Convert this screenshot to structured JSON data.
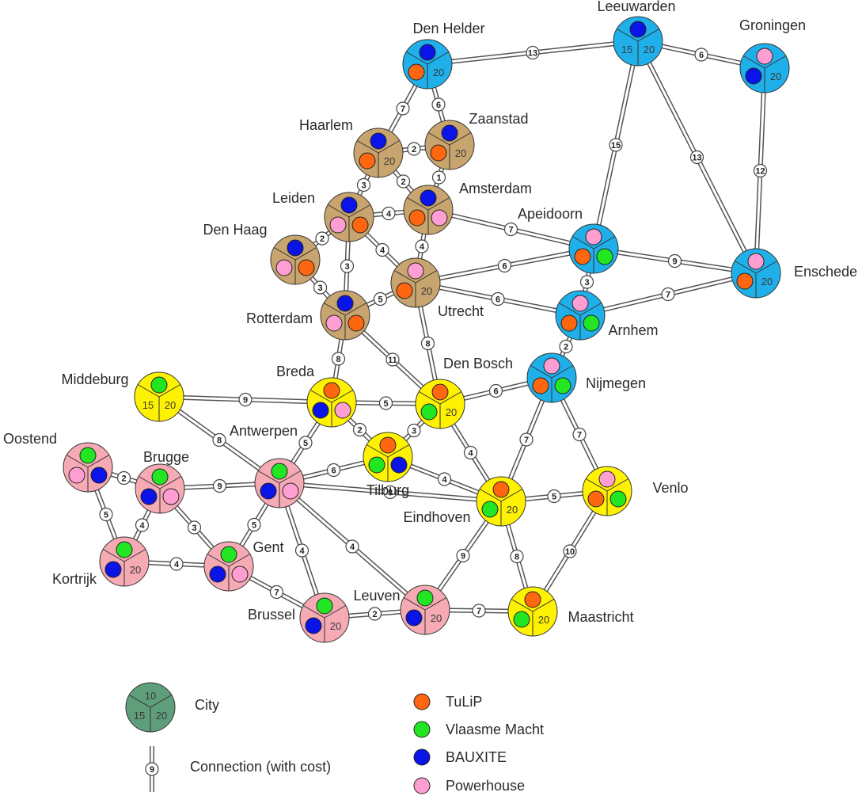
{
  "colors": {
    "region_tan": "#c8a46e",
    "region_blue": "#1fb0ea",
    "region_yellow": "#fff200",
    "region_pink": "#f5aab4",
    "region_green": "#5f9e7a",
    "TuLiP": "#ff6610",
    "Vlaasme Macht": "#22e622",
    "BAUXITE": "#0a14e6",
    "Powerhouse": "#ff9ed2"
  },
  "cities": [
    {
      "id": "denhelder",
      "name": "Den Helder",
      "region": "blue",
      "slots": [
        "BAUXITE",
        "TuLiP",
        "20"
      ]
    },
    {
      "id": "leeuwarden",
      "name": "Leeuwarden",
      "region": "blue",
      "slots": [
        "BAUXITE",
        "15",
        "20"
      ]
    },
    {
      "id": "groningen",
      "name": "Groningen",
      "region": "blue",
      "slots": [
        "Powerhouse",
        "BAUXITE",
        "20"
      ]
    },
    {
      "id": "haarlem",
      "name": "Haarlem",
      "region": "tan",
      "slots": [
        "BAUXITE",
        "TuLiP",
        "20"
      ]
    },
    {
      "id": "zaanstad",
      "name": "Zaanstad",
      "region": "tan",
      "slots": [
        "BAUXITE",
        "TuLiP",
        "20"
      ]
    },
    {
      "id": "leiden",
      "name": "Leiden",
      "region": "tan",
      "slots": [
        "BAUXITE",
        "Powerhouse",
        "TuLiP"
      ]
    },
    {
      "id": "amsterdam",
      "name": "Amsterdam",
      "region": "tan",
      "slots": [
        "BAUXITE",
        "TuLiP",
        "Powerhouse"
      ]
    },
    {
      "id": "denhaag",
      "name": "Den Haag",
      "region": "tan",
      "slots": [
        "BAUXITE",
        "Powerhouse",
        "TuLiP"
      ]
    },
    {
      "id": "utrecht",
      "name": "Utrecht",
      "region": "tan",
      "slots": [
        "Powerhouse",
        "TuLiP",
        "20"
      ]
    },
    {
      "id": "rotterdam",
      "name": "Rotterdam",
      "region": "tan",
      "slots": [
        "BAUXITE",
        "Powerhouse",
        "TuLiP"
      ]
    },
    {
      "id": "apeldoorn",
      "name": "Apeidoorn",
      "region": "blue",
      "slots": [
        "Powerhouse",
        "TuLiP",
        "Vlaasme Macht"
      ]
    },
    {
      "id": "enschede",
      "name": "Enschede",
      "region": "blue",
      "slots": [
        "Powerhouse",
        "TuLiP",
        "20"
      ]
    },
    {
      "id": "arnhem",
      "name": "Arnhem",
      "region": "blue",
      "slots": [
        "Powerhouse",
        "TuLiP",
        "Vlaasme Macht"
      ]
    },
    {
      "id": "nijmegen",
      "name": "Nijmegen",
      "region": "blue",
      "slots": [
        "Powerhouse",
        "TuLiP",
        "Vlaasme Macht"
      ]
    },
    {
      "id": "middeburg",
      "name": "Middeburg",
      "region": "yellow",
      "slots": [
        "Vlaasme Macht",
        "15",
        "20"
      ]
    },
    {
      "id": "breda",
      "name": "Breda",
      "region": "yellow",
      "slots": [
        "TuLiP",
        "BAUXITE",
        "Powerhouse"
      ]
    },
    {
      "id": "denbosch",
      "name": "Den Bosch",
      "region": "yellow",
      "slots": [
        "TuLiP",
        "Vlaasme Macht",
        "20"
      ]
    },
    {
      "id": "tilburg",
      "name": "Tilburg",
      "region": "yellow",
      "slots": [
        "TuLiP",
        "Vlaasme Macht",
        "BAUXITE"
      ]
    },
    {
      "id": "eindhoven",
      "name": "Eindhoven",
      "region": "yellow",
      "slots": [
        "TuLiP",
        "Vlaasme Macht",
        "20"
      ]
    },
    {
      "id": "venlo",
      "name": "Venlo",
      "region": "yellow",
      "slots": [
        "Powerhouse",
        "TuLiP",
        "Vlaasme Macht"
      ]
    },
    {
      "id": "maastricht",
      "name": "Maastricht",
      "region": "yellow",
      "slots": [
        "TuLiP",
        "Vlaasme Macht",
        "20"
      ]
    },
    {
      "id": "oostend",
      "name": "Oostend",
      "region": "pink",
      "slots": [
        "Vlaasme Macht",
        "Powerhouse",
        "BAUXITE"
      ]
    },
    {
      "id": "brugge",
      "name": "Brugge",
      "region": "pink",
      "slots": [
        "Vlaasme Macht",
        "BAUXITE",
        "Powerhouse"
      ]
    },
    {
      "id": "antwerpen",
      "name": "Antwerpen",
      "region": "pink",
      "slots": [
        "Vlaasme Macht",
        "BAUXITE",
        "Powerhouse"
      ]
    },
    {
      "id": "kortrijk",
      "name": "Kortrijk",
      "region": "pink",
      "slots": [
        "Vlaasme Macht",
        "BAUXITE",
        "20"
      ]
    },
    {
      "id": "gent",
      "name": "Gent",
      "region": "pink",
      "slots": [
        "Vlaasme Macht",
        "BAUXITE",
        "Powerhouse"
      ]
    },
    {
      "id": "brussel",
      "name": "Brussel",
      "region": "pink",
      "slots": [
        "Vlaasme Macht",
        "BAUXITE",
        "20"
      ]
    },
    {
      "id": "leuven",
      "name": "Leuven",
      "region": "pink",
      "slots": [
        "Vlaasme Macht",
        "BAUXITE",
        "20"
      ]
    }
  ],
  "connections": [
    {
      "a": "denhelder",
      "b": "leeuwarden",
      "cost": "13"
    },
    {
      "a": "leeuwarden",
      "b": "groningen",
      "cost": "6"
    },
    {
      "a": "denhelder",
      "b": "haarlem",
      "cost": "7"
    },
    {
      "a": "denhelder",
      "b": "zaanstad",
      "cost": "6"
    },
    {
      "a": "haarlem",
      "b": "zaanstad",
      "cost": "2"
    },
    {
      "a": "zaanstad",
      "b": "amsterdam",
      "cost": "1"
    },
    {
      "a": "haarlem",
      "b": "amsterdam",
      "cost": "2"
    },
    {
      "a": "haarlem",
      "b": "leiden",
      "cost": "3"
    },
    {
      "a": "leiden",
      "b": "amsterdam",
      "cost": "4"
    },
    {
      "a": "leiden",
      "b": "denhaag",
      "cost": "2"
    },
    {
      "a": "leiden",
      "b": "rotterdam",
      "cost": "3"
    },
    {
      "a": "leiden",
      "b": "utrecht",
      "cost": "4"
    },
    {
      "a": "amsterdam",
      "b": "utrecht",
      "cost": "4"
    },
    {
      "a": "amsterdam",
      "b": "apeldoorn",
      "cost": "7"
    },
    {
      "a": "denhaag",
      "b": "rotterdam",
      "cost": "3"
    },
    {
      "a": "rotterdam",
      "b": "utrecht",
      "cost": "5"
    },
    {
      "a": "utrecht",
      "b": "apeldoorn",
      "cost": "6"
    },
    {
      "a": "utrecht",
      "b": "arnhem",
      "cost": "6"
    },
    {
      "a": "leeuwarden",
      "b": "apeldoorn",
      "cost": "15"
    },
    {
      "a": "leeuwarden",
      "b": "enschede",
      "cost": "13"
    },
    {
      "a": "groningen",
      "b": "enschede",
      "cost": "12"
    },
    {
      "a": "apeldoorn",
      "b": "enschede",
      "cost": "9"
    },
    {
      "a": "apeldoorn",
      "b": "arnhem",
      "cost": "3"
    },
    {
      "a": "arnhem",
      "b": "enschede",
      "cost": "7"
    },
    {
      "a": "arnhem",
      "b": "nijmegen",
      "cost": "2"
    },
    {
      "a": "rotterdam",
      "b": "breda",
      "cost": "8"
    },
    {
      "a": "rotterdam",
      "b": "denbosch",
      "cost": "11"
    },
    {
      "a": "utrecht",
      "b": "denbosch",
      "cost": "8"
    },
    {
      "a": "middeburg",
      "b": "breda",
      "cost": "9"
    },
    {
      "a": "breda",
      "b": "denbosch",
      "cost": "5"
    },
    {
      "a": "denbosch",
      "b": "nijmegen",
      "cost": "6"
    },
    {
      "a": "breda",
      "b": "tilburg",
      "cost": "2"
    },
    {
      "a": "tilburg",
      "b": "denbosch",
      "cost": "3"
    },
    {
      "a": "denbosch",
      "b": "eindhoven",
      "cost": "4"
    },
    {
      "a": "nijmegen",
      "b": "eindhoven",
      "cost": "7"
    },
    {
      "a": "nijmegen",
      "b": "venlo",
      "cost": "7"
    },
    {
      "a": "middeburg",
      "b": "antwerpen",
      "cost": "8"
    },
    {
      "a": "breda",
      "b": "antwerpen",
      "cost": "5"
    },
    {
      "a": "antwerpen",
      "b": "tilburg",
      "cost": "6"
    },
    {
      "a": "tilburg",
      "b": "eindhoven",
      "cost": "4"
    },
    {
      "a": "antwerpen",
      "b": "eindhoven",
      "cost": "8"
    },
    {
      "a": "eindhoven",
      "b": "venlo",
      "cost": "5"
    },
    {
      "a": "venlo",
      "b": "maastricht",
      "cost": "10"
    },
    {
      "a": "eindhoven",
      "b": "maastricht",
      "cost": "8"
    },
    {
      "a": "eindhoven",
      "b": "leuven",
      "cost": "9"
    },
    {
      "a": "leuven",
      "b": "maastricht",
      "cost": "7"
    },
    {
      "a": "oostend",
      "b": "brugge",
      "cost": "2"
    },
    {
      "a": "oostend",
      "b": "kortrijk",
      "cost": "5"
    },
    {
      "a": "brugge",
      "b": "antwerpen",
      "cost": "9"
    },
    {
      "a": "brugge",
      "b": "kortrijk",
      "cost": "4"
    },
    {
      "a": "brugge",
      "b": "gent",
      "cost": "3"
    },
    {
      "a": "kortrijk",
      "b": "gent",
      "cost": "4"
    },
    {
      "a": "gent",
      "b": "antwerpen",
      "cost": "5"
    },
    {
      "a": "antwerpen",
      "b": "brussel",
      "cost": "4"
    },
    {
      "a": "antwerpen",
      "b": "leuven",
      "cost": "4"
    },
    {
      "a": "gent",
      "b": "brussel",
      "cost": "7"
    },
    {
      "a": "brussel",
      "b": "leuven",
      "cost": "2"
    }
  ],
  "legend": {
    "city_label": "City",
    "city_slots": [
      "10",
      "15",
      "20"
    ],
    "connection_label": "Connection (with cost)",
    "connection_cost": "9",
    "companies": [
      "TuLiP",
      "Vlaasme Macht",
      "BAUXITE",
      "Powerhouse"
    ]
  }
}
